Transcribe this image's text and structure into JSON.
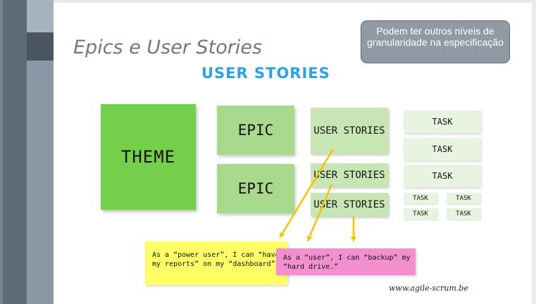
{
  "slide": {
    "title": "Epics e User Stories",
    "callout": "Podem ter outros níveis de granularidade na especificação",
    "section_heading": "USER STORIES",
    "footer_url": "www.agile-scrum.be"
  },
  "hierarchy": {
    "theme": "THEME",
    "epics": [
      "EPIC",
      "EPIC"
    ],
    "user_stories": [
      "USER STORIES",
      "USER STORIES",
      "USER STORIES"
    ],
    "tasks": [
      "TASK",
      "TASK",
      "TASK"
    ],
    "small_tasks": [
      "TASK",
      "TASK",
      "TASK",
      "TASK"
    ]
  },
  "story_cards": {
    "yellow": "As a “power user”, I can “have my reports” on my “dashboard”",
    "pink": "As a “user”, I can “backup” my “hard drive.”"
  },
  "colors": {
    "theme": "#74cf4b",
    "epic": "#a9d98c",
    "story": "#c8e6b4",
    "task": "#e8f3e1",
    "heading": "#28a4e0",
    "arrow": "#f5c400",
    "card_yellow": "#ffff66",
    "card_pink": "#f28fce"
  }
}
